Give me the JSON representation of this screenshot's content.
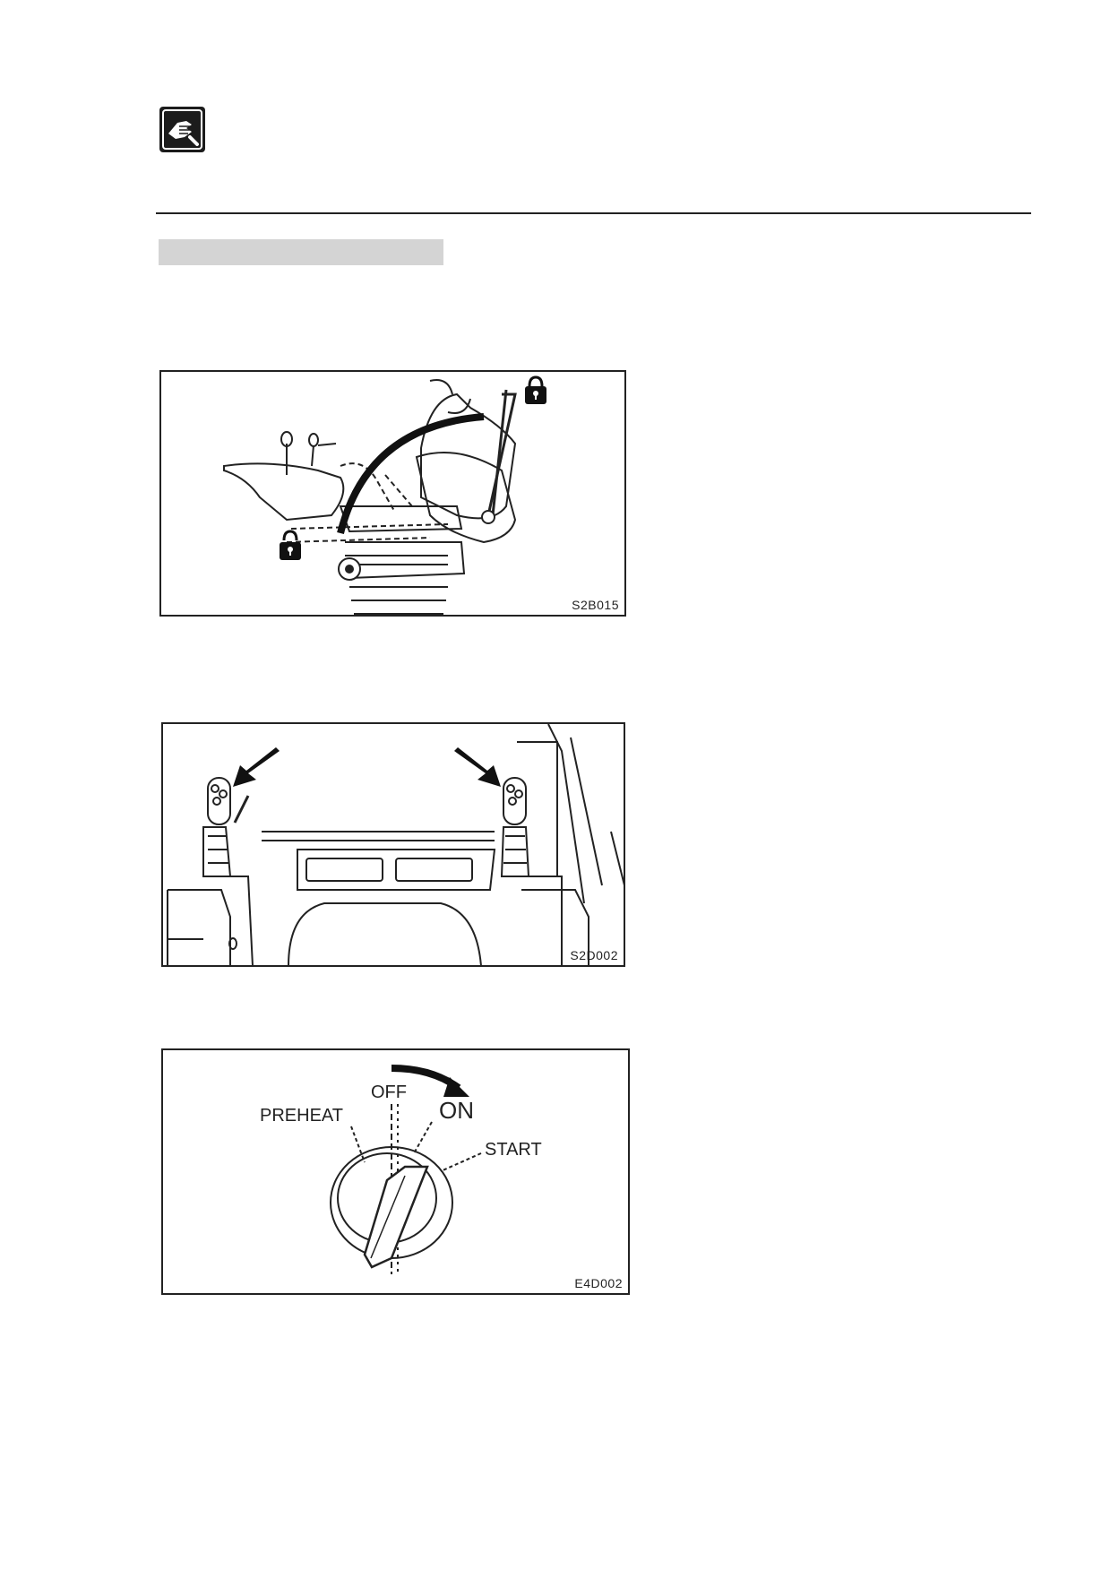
{
  "figures": {
    "seat": {
      "code": "S2B015"
    },
    "levers": {
      "code": "S2D002"
    },
    "key_switch": {
      "code": "E4D002",
      "positions": {
        "off": "OFF",
        "on": "ON",
        "preheat": "PREHEAT",
        "start": "START"
      }
    }
  },
  "icons": {
    "header": "hand-tool-icon",
    "locked": "padlock-locked-icon",
    "unlocked": "padlock-unlocked-icon"
  }
}
